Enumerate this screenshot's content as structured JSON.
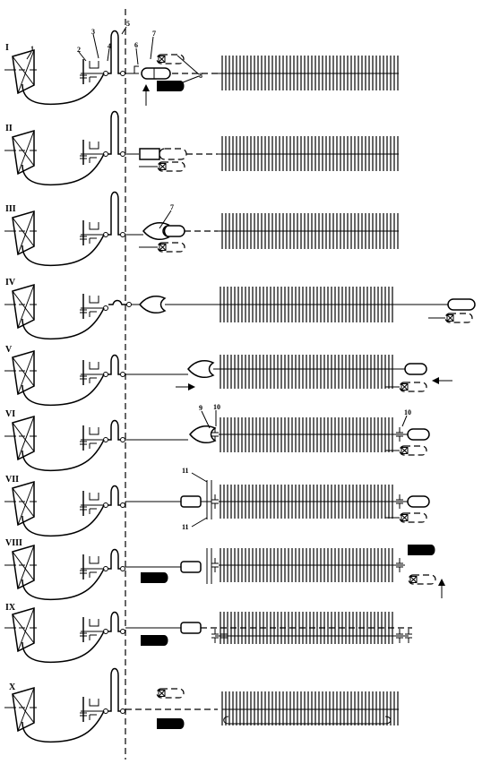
{
  "rows": [
    {
      "label": "I"
    },
    {
      "label": "II"
    },
    {
      "label": "III"
    },
    {
      "label": "IV"
    },
    {
      "label": "V"
    },
    {
      "label": "VI"
    },
    {
      "label": "VII"
    },
    {
      "label": "VIII"
    },
    {
      "label": "IX"
    },
    {
      "label": "X"
    }
  ],
  "callouts": {
    "n1": "1",
    "n2": "2",
    "n3": "3",
    "n4": "4",
    "n5": "5",
    "n6": "6",
    "n7": "7",
    "n8": "8",
    "n7b": "7",
    "n9": "9",
    "n10a": "10",
    "n10b": "10",
    "n11a": "11",
    "n11b": "11"
  }
}
